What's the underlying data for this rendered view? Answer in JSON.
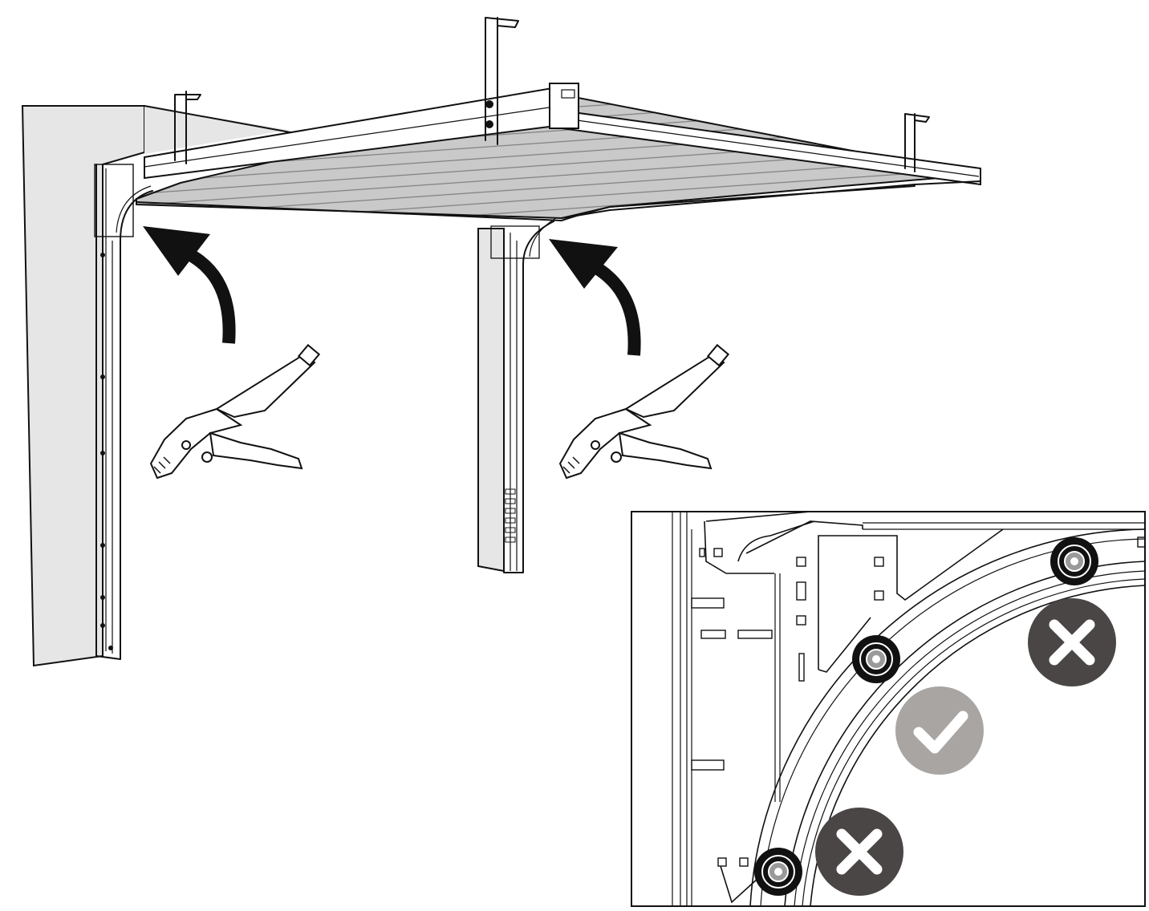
{
  "diagram": {
    "description_hidden": "",
    "colors": {
      "line": "#111111",
      "wall": "#e6e6e6",
      "panel": "#c9c9c9",
      "panel_stripe": "#8a8a8a",
      "wrong_badge": "#4a4645",
      "correct_badge": "#a8a5a3",
      "badge_glyph": "#ffffff"
    },
    "icons": {
      "lift_arrows": [
        "curved-arrow-up-icon",
        "curved-arrow-up-icon"
      ],
      "clamps": [
        "locking-pliers-icon",
        "locking-pliers-icon"
      ],
      "inset_marks": [
        "cross-icon",
        "check-icon",
        "cross-icon"
      ]
    },
    "inset": {
      "marks": [
        {
          "kind": "incorrect",
          "icon": "cross-icon"
        },
        {
          "kind": "correct",
          "icon": "check-icon"
        },
        {
          "kind": "incorrect",
          "icon": "cross-icon"
        }
      ]
    }
  }
}
